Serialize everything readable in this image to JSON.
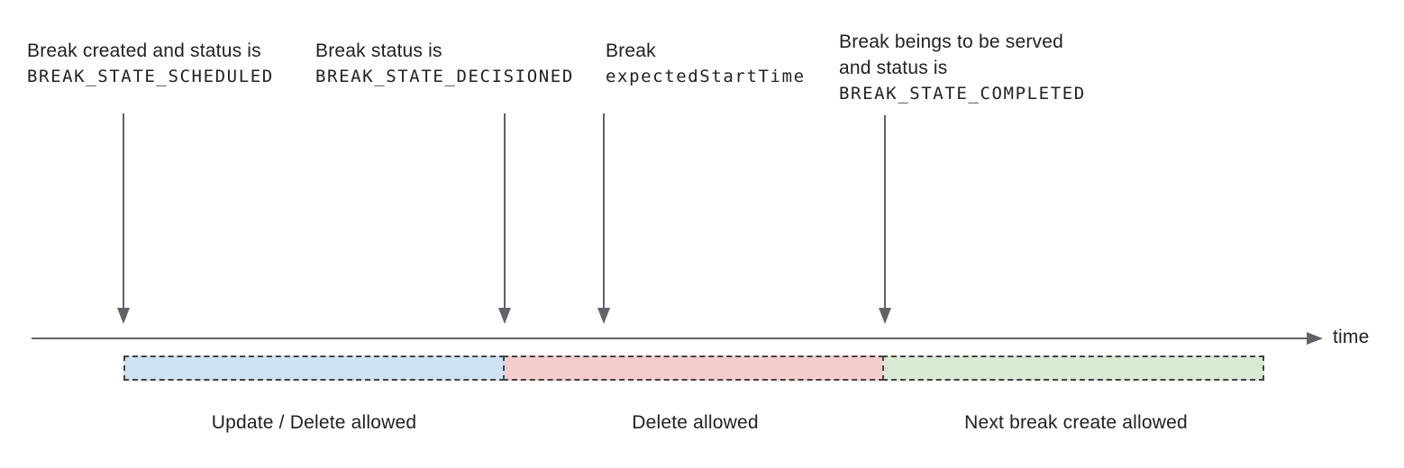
{
  "colors": {
    "text": "#202124",
    "arrow": "#5f6368",
    "segment_border": "#434343",
    "segment_blue": "#cfe2f3",
    "segment_red": "#f4cccc",
    "segment_green": "#d9ead3"
  },
  "annotations": [
    {
      "line1": "Break created and status is",
      "code": "BREAK_STATE_SCHEDULED"
    },
    {
      "line1": "Break status is",
      "code": "BREAK_STATE_DECISIONED"
    },
    {
      "line1": "Break",
      "code": "expectedStartTime"
    },
    {
      "line1": "Break beings to be served",
      "line2": "and status is",
      "code": "BREAK_STATE_COMPLETED"
    }
  ],
  "timeline": {
    "axis_label": "time"
  },
  "segments": [
    {
      "label": "Update / Delete allowed",
      "color": "#cfe2f3"
    },
    {
      "label": "Delete allowed",
      "color": "#f4cccc"
    },
    {
      "label": "Next break create allowed",
      "color": "#d9ead3"
    }
  ]
}
